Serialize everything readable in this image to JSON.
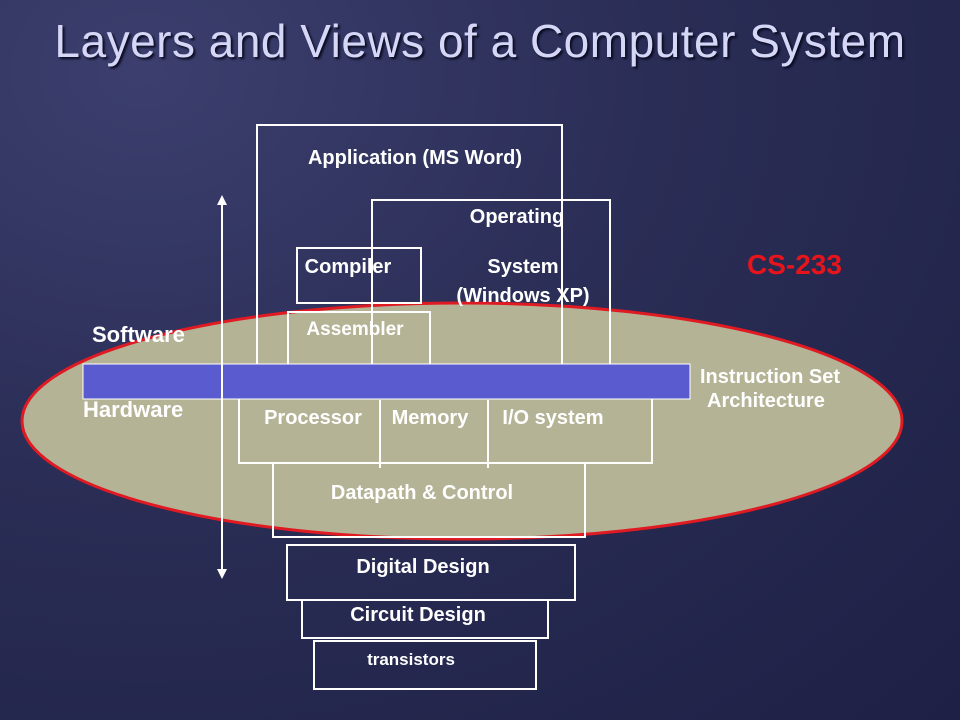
{
  "slide": {
    "title": "Layers and Views of a Computer System"
  },
  "layers": {
    "application": "Application (MS Word)",
    "os_line1": "Operating",
    "os_line2": "System",
    "os_line3": "(Windows XP)",
    "compiler": "Compiler",
    "assembler": "Assembler",
    "processor": "Processor",
    "memory": "Memory",
    "io": "I/O system",
    "datapath": "Datapath & Control",
    "digital": "Digital Design",
    "circuit": "Circuit Design",
    "transistors": "transistors"
  },
  "labels": {
    "software": "Software",
    "hardware": "Hardware",
    "isa_line1": "Instruction Set",
    "isa_line2": "Architecture",
    "course": "CS-233"
  },
  "colors": {
    "ellipse_fill": "#b4b395",
    "ellipse_stroke": "#e01a22",
    "isa_bar": "#5b5bd0",
    "course_text": "#e8141c"
  }
}
